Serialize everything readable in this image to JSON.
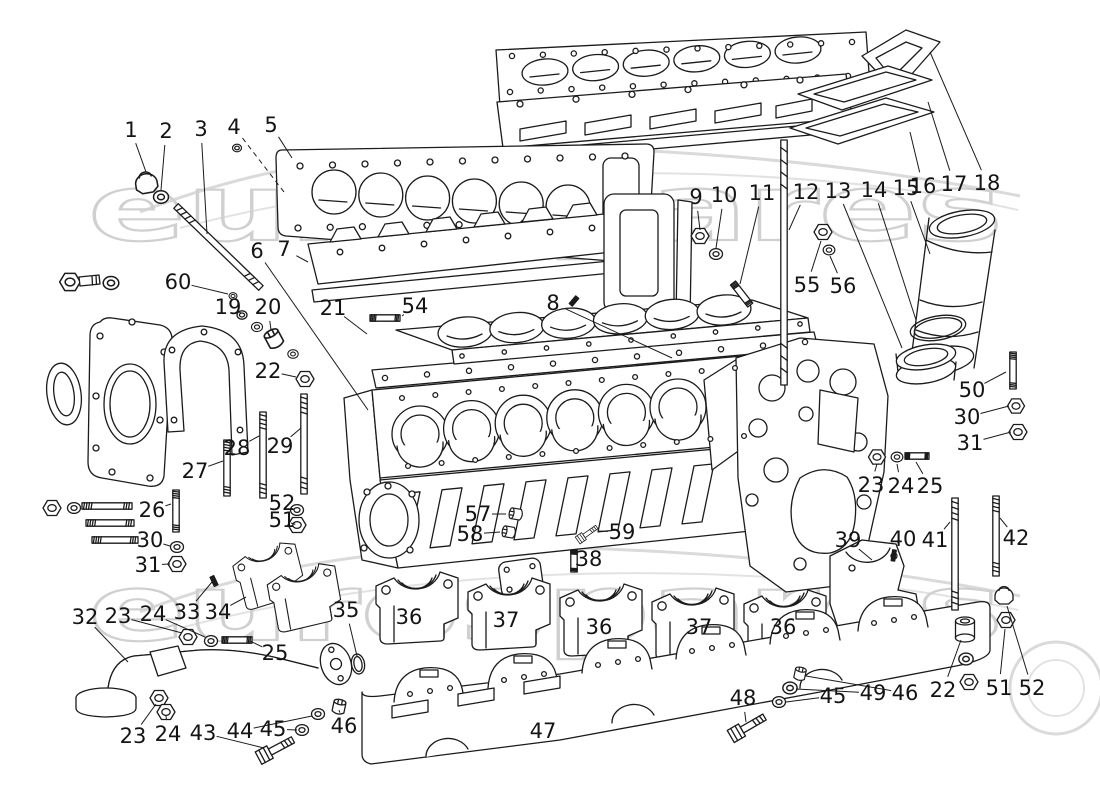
{
  "watermark": {
    "text": "eurospares"
  },
  "colors": {
    "ink": "#1b1b1b",
    "background": "#ffffff",
    "watermark": "#d0d0d0"
  },
  "diagram": {
    "part_labels": [
      [
        "1",
        131,
        130,
        146,
        172,
        false
      ],
      [
        "2",
        166,
        131,
        161,
        190,
        false
      ],
      [
        "3",
        201,
        129,
        207,
        234,
        false
      ],
      [
        "4",
        234,
        127,
        284,
        192,
        true
      ],
      [
        "5",
        271,
        125,
        292,
        158,
        false
      ],
      [
        "6",
        257,
        251,
        368,
        410,
        false
      ],
      [
        "7",
        284,
        249,
        308,
        262,
        false
      ],
      [
        "8",
        553,
        303,
        672,
        358,
        false
      ],
      [
        "9",
        696,
        197,
        700,
        230,
        false
      ],
      [
        "10",
        724,
        195,
        716,
        248,
        false
      ],
      [
        "11",
        762,
        193,
        740,
        284,
        false
      ],
      [
        "12",
        806,
        192,
        789,
        230,
        false
      ],
      [
        "13",
        838,
        191,
        902,
        348,
        false
      ],
      [
        "14",
        874,
        190,
        916,
        320,
        false
      ],
      [
        "15",
        906,
        188,
        930,
        254,
        false
      ],
      [
        "16",
        923,
        186,
        910,
        132,
        false
      ],
      [
        "17",
        954,
        184,
        928,
        102,
        false
      ],
      [
        "18",
        987,
        183,
        930,
        52,
        false
      ],
      [
        "19",
        228,
        307,
        239,
        312,
        false
      ],
      [
        "20",
        268,
        307,
        271,
        330,
        false
      ],
      [
        "21",
        333,
        308,
        367,
        334,
        false
      ],
      [
        "22",
        268,
        371,
        296,
        377,
        false
      ],
      [
        "54",
        415,
        306,
        402,
        316,
        false
      ],
      [
        "55",
        807,
        285,
        821,
        241,
        false
      ],
      [
        "56",
        843,
        286,
        830,
        256,
        false
      ],
      [
        "60",
        178,
        282,
        228,
        294,
        false
      ],
      [
        "26",
        152,
        510,
        171,
        504,
        false
      ],
      [
        "27",
        195,
        471,
        223,
        461,
        false
      ],
      [
        "28",
        237,
        448,
        259,
        436,
        false
      ],
      [
        "29",
        280,
        446,
        301,
        428,
        false
      ],
      [
        "30",
        150,
        540,
        170,
        546,
        false
      ],
      [
        "31",
        148,
        565,
        170,
        564,
        false
      ],
      [
        "52",
        282,
        503,
        291,
        508,
        false
      ],
      [
        "51",
        282,
        520,
        291,
        523,
        false
      ],
      [
        "32",
        85,
        617,
        128,
        662,
        false
      ],
      [
        "23",
        118,
        616,
        182,
        633,
        false
      ],
      [
        "24",
        153,
        614,
        205,
        637,
        false
      ],
      [
        "33",
        187,
        612,
        212,
        582,
        false
      ],
      [
        "34",
        218,
        612,
        246,
        597,
        false
      ],
      [
        "35",
        346,
        610,
        357,
        656,
        false
      ],
      [
        "25",
        275,
        653,
        250,
        641,
        false
      ],
      [
        "23",
        133,
        736,
        156,
        704,
        false
      ],
      [
        "24",
        168,
        734,
        166,
        716,
        false
      ],
      [
        "43",
        203,
        733,
        264,
        748,
        false
      ],
      [
        "44",
        240,
        731,
        312,
        716,
        false
      ],
      [
        "45",
        273,
        729,
        297,
        730,
        false
      ],
      [
        "46",
        344,
        726,
        339,
        710,
        false
      ],
      [
        "57",
        478,
        514,
        506,
        514,
        false
      ],
      [
        "58",
        470,
        534,
        500,
        532,
        false
      ],
      [
        "59",
        622,
        532,
        598,
        531,
        false
      ],
      [
        "38",
        589,
        559,
        577,
        564,
        false
      ],
      [
        "36",
        409,
        617,
        null,
        null,
        false
      ],
      [
        "37",
        506,
        620,
        null,
        null,
        false
      ],
      [
        "36",
        599,
        627,
        null,
        null,
        false
      ],
      [
        "37",
        699,
        627,
        null,
        null,
        false
      ],
      [
        "36",
        783,
        627,
        null,
        null,
        false
      ],
      [
        "39",
        848,
        540,
        872,
        560,
        false
      ],
      [
        "40",
        903,
        539,
        897,
        552,
        false
      ],
      [
        "41",
        935,
        540,
        950,
        522,
        false
      ],
      [
        "42",
        1016,
        538,
        1000,
        518,
        false
      ],
      [
        "47",
        543,
        731,
        null,
        null,
        false
      ],
      [
        "48",
        743,
        698,
        746,
        722,
        false
      ],
      [
        "45",
        833,
        696,
        786,
        702,
        false
      ],
      [
        "49",
        873,
        693,
        796,
        689,
        false
      ],
      [
        "46",
        905,
        693,
        806,
        676,
        false
      ],
      [
        "22",
        943,
        690,
        961,
        640,
        false
      ],
      [
        "51",
        999,
        688,
        1005,
        629,
        false
      ],
      [
        "52",
        1032,
        688,
        1007,
        606,
        false
      ],
      [
        "50",
        972,
        390,
        1006,
        372,
        false
      ],
      [
        "30",
        967,
        417,
        1009,
        406,
        false
      ],
      [
        "31",
        970,
        443,
        1011,
        432,
        false
      ],
      [
        "23",
        871,
        485,
        877,
        464,
        false
      ],
      [
        "24",
        901,
        486,
        897,
        464,
        false
      ],
      [
        "25",
        930,
        486,
        916,
        462,
        false
      ]
    ]
  }
}
